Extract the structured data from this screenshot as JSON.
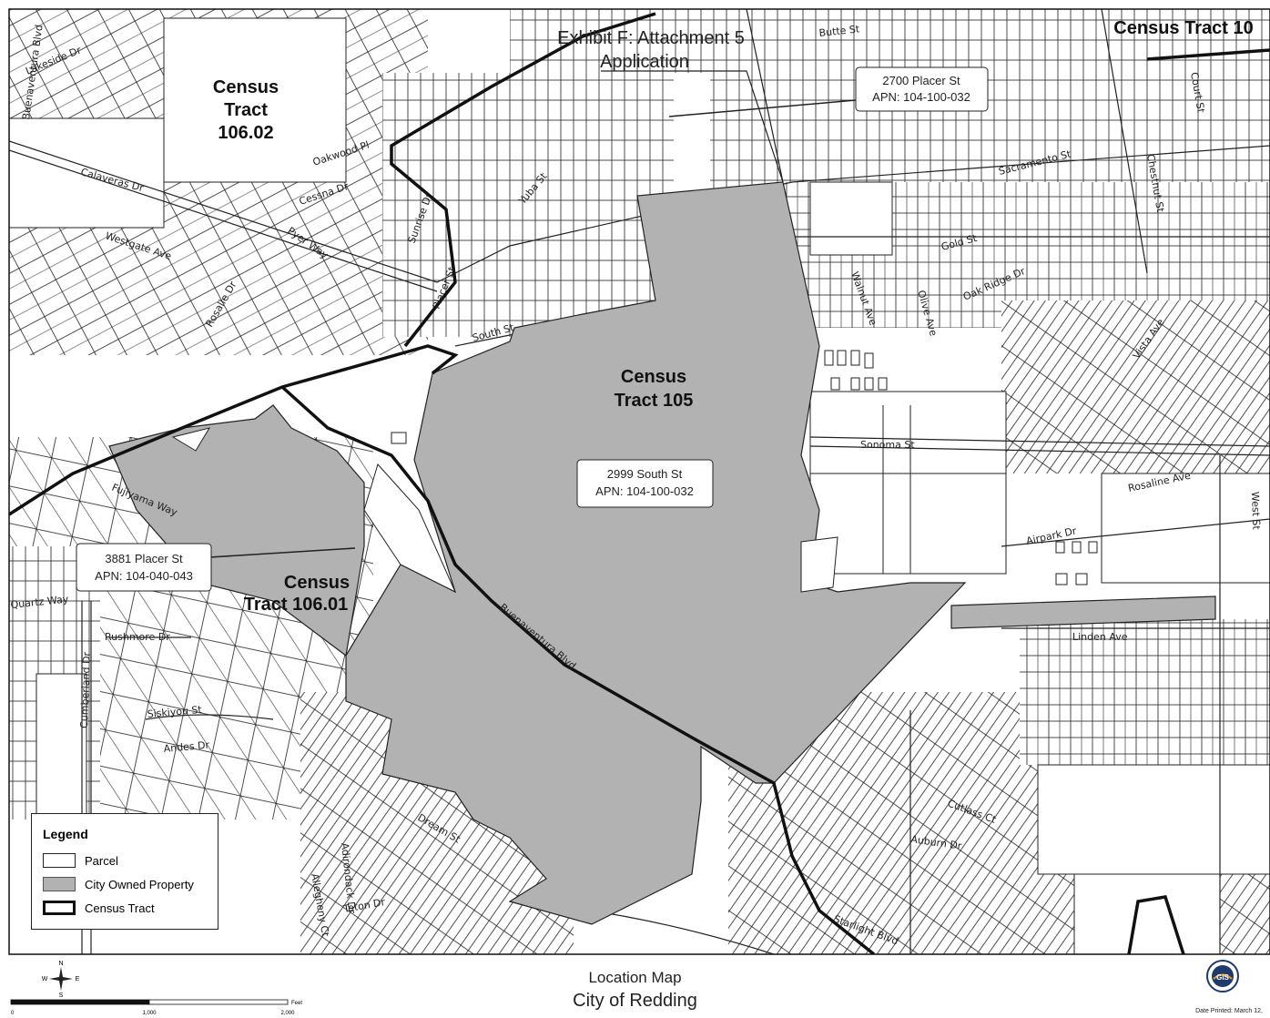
{
  "header": {
    "exhibit_line1": "Exhibit F: Attachment 5",
    "exhibit_line2": "Application"
  },
  "census_tracts": {
    "t10602": [
      "Census",
      "Tract",
      "106.02"
    ],
    "t105": [
      "Census",
      "Tract 105"
    ],
    "t10601": [
      "Census",
      "Tract 106.01"
    ],
    "t10x": "Census Tract 10"
  },
  "callouts": {
    "placer2700": {
      "line1": "2700 Placer St",
      "line2": "APN: 104-100-032"
    },
    "south2999": {
      "line1": "2999 South St",
      "line2": "APN: 104-100-032"
    },
    "placer3881": {
      "line1": "3881 Placer St",
      "line2": "APN: 104-040-043"
    }
  },
  "streets": {
    "buenaventura_main": "Buenaventura Blvd",
    "buenaventura_west": "Buenaventura Blvd",
    "lakeside": "Lakeside Dr",
    "butte": "Butte St",
    "gold": "Gold St",
    "south": "South St",
    "sonoma": "Sonoma St",
    "rosaline": "Rosaline Ave",
    "airpark": "Airpark Dr",
    "linden": "Linden Ave",
    "placer": "Placer St",
    "westgate": "Westgate Ave",
    "oak_ridge": "Oak Ridge Dr",
    "rushmore": "Rushmore Dr",
    "siskiyou": "Siskiyou St",
    "andes": "Andes Dr",
    "fujiyama": "Fujiyama Way",
    "cumberland": "Cumberland Dr",
    "sacramento": "Sacramento St",
    "yuba": "Yuba St",
    "quartz": "Quartz Way",
    "auburn": "Auburn Dr",
    "starlight": "Starlight Blvd",
    "cutlass": "Cutlass Ct",
    "dream": "Dream St",
    "teton": "Teton Dr",
    "oakwood": "Oakwood Pl",
    "sunrise": "Sunrise Dr",
    "chestnut": "Chestnut St",
    "walnut": "Walnut Ave",
    "olive": "Olive Ave",
    "court": "Court St",
    "west": "West St",
    "vista": "Vista Ave",
    "calaveras": "Calaveras Dr",
    "cessna": "Cessna Dr",
    "pyer": "Pyer Way",
    "rosalie": "Rosalie Dr",
    "allegheny": "Allegheny Ct",
    "adirondack": "Adirondack Dr"
  },
  "legend": {
    "title": "Legend",
    "items": [
      {
        "label": "Parcel",
        "swatch": "#ffffff"
      },
      {
        "label": "City Owned Property",
        "swatch": "#b2b2b2"
      },
      {
        "label": "Census Tract",
        "swatch": "#111111"
      }
    ]
  },
  "compass": {
    "n": "N",
    "s": "S",
    "e": "E",
    "w": "W"
  },
  "scale": {
    "ticks": [
      "0",
      "1,000",
      "2,000"
    ],
    "unit": "Feet"
  },
  "footer": {
    "title": "Location Map",
    "city": "City of Redding",
    "date_printed": "Date Printed: March 12,",
    "logo_text": "GIS"
  },
  "colors": {
    "city_owned": "#b2b2b2",
    "parcel_line": "#222222",
    "census_line": "#111111",
    "background": "#ffffff"
  }
}
